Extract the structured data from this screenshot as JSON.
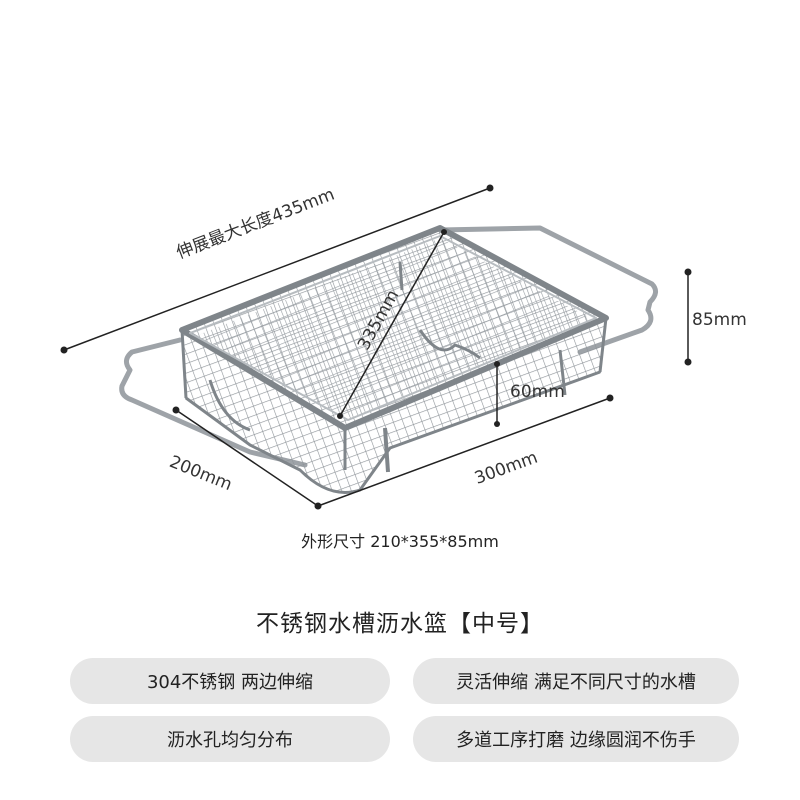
{
  "dimensions": {
    "max_length": "伸展最大长度435mm",
    "diagonal": "335mm",
    "height": "85mm",
    "inner_depth": "60mm",
    "width": "200mm",
    "length": "300mm"
  },
  "outer_size": "外形尺寸 210*355*85mm",
  "title": "不锈钢水槽沥水篮【中号】",
  "features": [
    "304不锈钢 两边伸缩",
    "灵活伸缩 满足不同尺寸的水槽",
    "沥水孔均匀分布",
    "多道工序打磨 边缘圆润不伤手"
  ],
  "colors": {
    "pill": "#e6e6e6",
    "metal": "#8a8f94",
    "line": "#222222"
  }
}
